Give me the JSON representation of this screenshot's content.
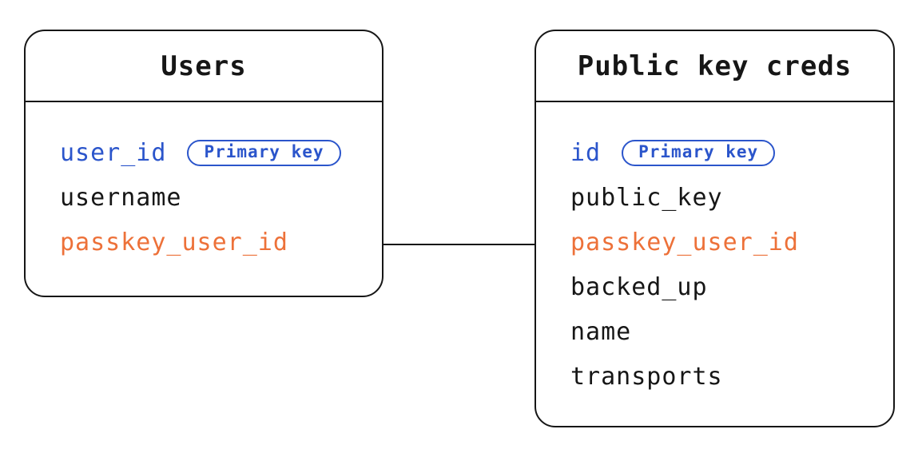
{
  "colors": {
    "ink": "#161616",
    "primary_blue": "#2B55CB",
    "accent_orange": "#ED7139",
    "background": "#ffffff"
  },
  "diagram": {
    "type": "entity-relationship",
    "tables": [
      {
        "title": "Users",
        "fields": [
          {
            "name": "user_id",
            "role": "primary",
            "badge": "Primary key"
          },
          {
            "name": "username",
            "role": "normal"
          },
          {
            "name": "passkey_user_id",
            "role": "foreign"
          }
        ]
      },
      {
        "title": "Public key creds",
        "fields": [
          {
            "name": "id",
            "role": "primary",
            "badge": "Primary key"
          },
          {
            "name": "public_key",
            "role": "normal"
          },
          {
            "name": "passkey_user_id",
            "role": "foreign"
          },
          {
            "name": "backed_up",
            "role": "normal"
          },
          {
            "name": "name",
            "role": "normal"
          },
          {
            "name": "transports",
            "role": "normal"
          }
        ]
      }
    ],
    "relationship": {
      "from": "Users.passkey_user_id",
      "to": "Public key creds.passkey_user_id"
    }
  }
}
